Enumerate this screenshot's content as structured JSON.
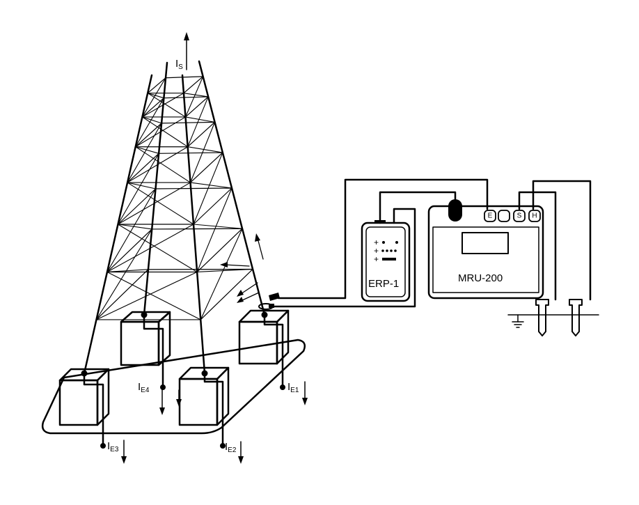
{
  "labels": {
    "current_top": {
      "main": "I",
      "sub": "S"
    },
    "current_e1": {
      "main": "I",
      "sub": "E1"
    },
    "current_e2": {
      "main": "I",
      "sub": "E2"
    },
    "current_e3": {
      "main": "I",
      "sub": "E3"
    },
    "current_e4": {
      "main": "I",
      "sub": "E4"
    }
  },
  "devices": {
    "clamp_unit": {
      "name": "ERP-1"
    },
    "meter": {
      "name": "MRU-200",
      "terminals": [
        "E",
        "",
        "S",
        "H"
      ]
    }
  },
  "colors": {
    "line": "#000000",
    "fill": "#ffffff"
  }
}
